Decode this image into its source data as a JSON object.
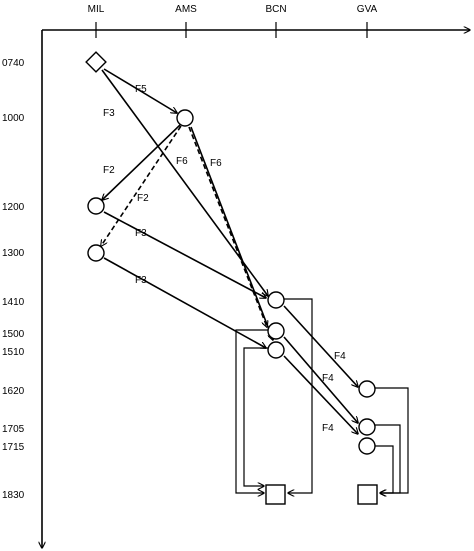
{
  "stations": [
    {
      "id": "MIL",
      "label": "MIL"
    },
    {
      "id": "AMS",
      "label": "AMS"
    },
    {
      "id": "BCN",
      "label": "BCN"
    },
    {
      "id": "GVA",
      "label": "GVA"
    }
  ],
  "times": [
    "0740",
    "1000",
    "1200",
    "1300",
    "1410",
    "1500",
    "1510",
    "1620",
    "1705",
    "1715",
    "1830"
  ],
  "edge_labels": {
    "f5": "F5",
    "f3_a": "F3",
    "f2_a": "F2",
    "f2_b": "F2",
    "f6_a": "F6",
    "f6_b": "F6",
    "f3_b": "F3",
    "f3_c": "F3",
    "f4_a": "F4",
    "f4_b": "F4",
    "f4_c": "F4"
  }
}
